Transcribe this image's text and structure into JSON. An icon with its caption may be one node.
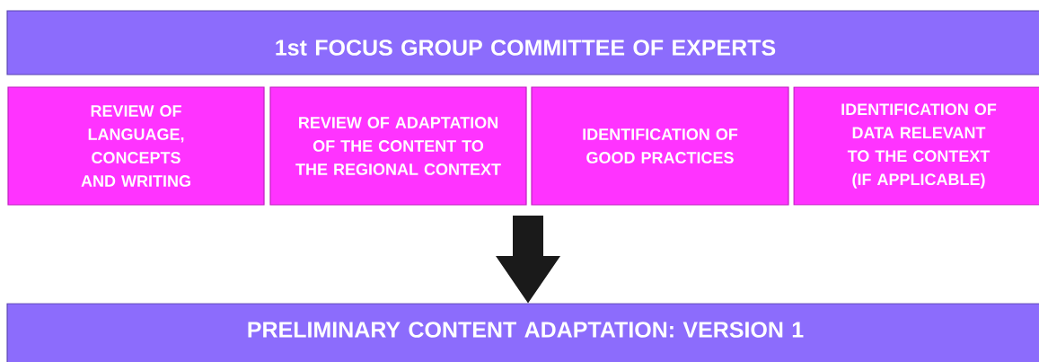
{
  "diagram": {
    "nodes": [
      {
        "text": [
          "1st FOCUS GROUP COMMITTEE OF EXPERTS"
        ]
      },
      {
        "text": [
          "REVIEW OF LANGUAGE, CONCEPTS AND WRITING"
        ]
      },
      {
        "text": [
          "REVIEW OF ADAPTATION OF THE CONTENT TO THE REGIONAL CONTEXT"
        ]
      },
      {
        "text": [
          "IDENTIFICATION OF GOOD PRACTICES"
        ]
      },
      {
        "text": [
          "IDENTIFICATION OF DATA RELEVANT TO THE CONTEXT (IF APPLICABLE)"
        ]
      },
      {
        "text": [
          "PRELIMINARY CONTENT ADAPTATION: VERSION 1"
        ]
      }
    ],
    "edges": [
      {
        "from": null,
        "to": 5,
        "arrow": "to"
      }
    ]
  }
}
